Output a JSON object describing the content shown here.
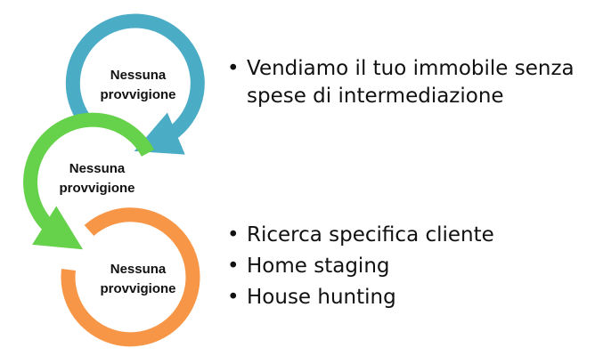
{
  "circles": [
    {
      "line1": "Nessuna",
      "line2": "provvigione",
      "color": "#4BACC6"
    },
    {
      "line1": "Nessuna",
      "line2": "provvigione",
      "color": "#66D14A"
    },
    {
      "line1": "Nessuna",
      "line2": "provvigione",
      "color": "#F79646"
    }
  ],
  "bullets_top": [
    {
      "text": "Vendiamo il tuo immobile senza spese di intermediazione"
    }
  ],
  "bullets_bottom": [
    {
      "text": "Ricerca specifica cliente"
    },
    {
      "text": "Home staging"
    },
    {
      "text": "House hunting"
    }
  ]
}
